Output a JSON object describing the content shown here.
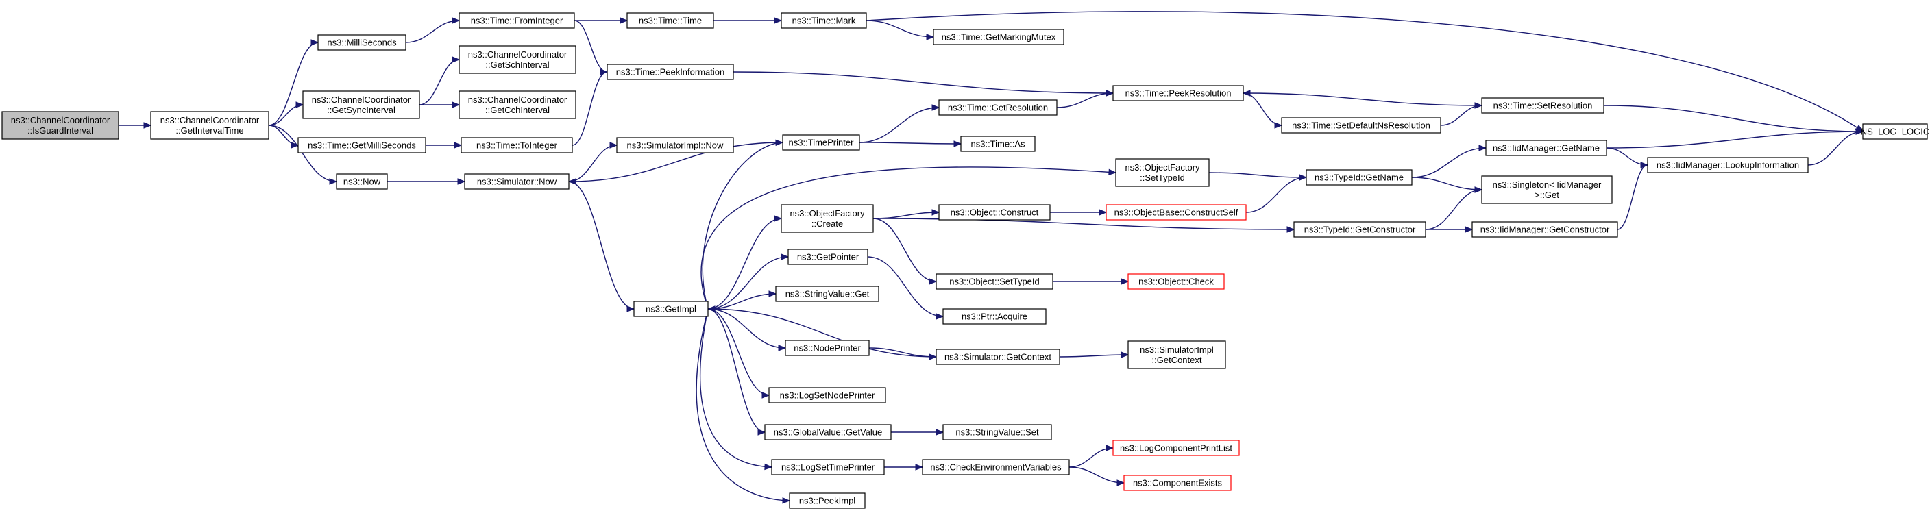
{
  "colors": {
    "edge": "#191970",
    "root_fill": "#bfbfbf",
    "external_border": "#ff0000"
  },
  "nodes": [
    {
      "id": "isguard",
      "lines": [
        "ns3::ChannelCoordinator",
        "::IsGuardInterval"
      ],
      "style": "root"
    },
    {
      "id": "getintervaltime",
      "lines": [
        "ns3::ChannelCoordinator",
        "::GetIntervalTime"
      ]
    },
    {
      "id": "milliseconds",
      "lines": [
        "ns3::MilliSeconds"
      ]
    },
    {
      "id": "getsyncinterval",
      "lines": [
        "ns3::ChannelCoordinator",
        "::GetSyncInterval"
      ]
    },
    {
      "id": "timegetmilli",
      "lines": [
        "ns3::Time::GetMilliSeconds"
      ]
    },
    {
      "id": "now",
      "lines": [
        "ns3::Now"
      ]
    },
    {
      "id": "fromint",
      "lines": [
        "ns3::Time::FromInteger"
      ]
    },
    {
      "id": "getsch",
      "lines": [
        "ns3::ChannelCoordinator",
        "::GetSchInterval"
      ]
    },
    {
      "id": "getcch",
      "lines": [
        "ns3::ChannelCoordinator",
        "::GetCchInterval"
      ]
    },
    {
      "id": "tointeger",
      "lines": [
        "ns3::Time::ToInteger"
      ]
    },
    {
      "id": "simnow",
      "lines": [
        "ns3::Simulator::Now"
      ]
    },
    {
      "id": "timetime",
      "lines": [
        "ns3::Time::Time"
      ]
    },
    {
      "id": "peekinfo",
      "lines": [
        "ns3::Time::PeekInformation"
      ]
    },
    {
      "id": "simimplnow",
      "lines": [
        "ns3::SimulatorImpl::Now"
      ]
    },
    {
      "id": "getimpl",
      "lines": [
        "ns3::GetImpl"
      ]
    },
    {
      "id": "mark",
      "lines": [
        "ns3::Time::Mark"
      ]
    },
    {
      "id": "getmarkingmutex",
      "lines": [
        "ns3::Time::GetMarkingMutex"
      ]
    },
    {
      "id": "timeprinter",
      "lines": [
        "ns3::TimePrinter"
      ]
    },
    {
      "id": "objfactorycreate",
      "lines": [
        "ns3::ObjectFactory",
        "::Create"
      ]
    },
    {
      "id": "getpointer",
      "lines": [
        "ns3::GetPointer"
      ]
    },
    {
      "id": "stringvalueget",
      "lines": [
        "ns3::StringValue::Get"
      ]
    },
    {
      "id": "nodeprinter",
      "lines": [
        "ns3::NodePrinter"
      ]
    },
    {
      "id": "logsetnodeprinter",
      "lines": [
        "ns3::LogSetNodePrinter"
      ]
    },
    {
      "id": "globalvalueget",
      "lines": [
        "ns3::GlobalValue::GetValue"
      ]
    },
    {
      "id": "logsettimeprinter",
      "lines": [
        "ns3::LogSetTimePrinter"
      ]
    },
    {
      "id": "peekimpl",
      "lines": [
        "ns3::PeekImpl"
      ]
    },
    {
      "id": "getresolution",
      "lines": [
        "ns3::Time::GetResolution"
      ]
    },
    {
      "id": "timeas",
      "lines": [
        "ns3::Time::As"
      ]
    },
    {
      "id": "objconstruct",
      "lines": [
        "ns3::Object::Construct"
      ]
    },
    {
      "id": "objsettypeid",
      "lines": [
        "ns3::Object::SetTypeId"
      ]
    },
    {
      "id": "ptracquire",
      "lines": [
        "ns3::Ptr::Acquire"
      ]
    },
    {
      "id": "simgetcontext",
      "lines": [
        "ns3::Simulator::GetContext"
      ]
    },
    {
      "id": "stringvalueset",
      "lines": [
        "ns3::StringValue::Set"
      ]
    },
    {
      "id": "checkenv",
      "lines": [
        "ns3::CheckEnvironmentVariables"
      ]
    },
    {
      "id": "objfactorysettypeid",
      "lines": [
        "ns3::ObjectFactory",
        "::SetTypeId"
      ]
    },
    {
      "id": "objbaseconstructself",
      "lines": [
        "ns3::ObjectBase::ConstructSelf"
      ],
      "style": "red"
    },
    {
      "id": "objcheck",
      "lines": [
        "ns3::Object::Check"
      ],
      "style": "red"
    },
    {
      "id": "simimplgetcontext",
      "lines": [
        "ns3::SimulatorImpl",
        "::GetContext"
      ]
    },
    {
      "id": "logcompprintlist",
      "lines": [
        "ns3::LogComponentPrintList"
      ],
      "style": "red"
    },
    {
      "id": "compexists",
      "lines": [
        "ns3::ComponentExists"
      ],
      "style": "red"
    },
    {
      "id": "peekres",
      "lines": [
        "ns3::Time::PeekResolution"
      ]
    },
    {
      "id": "setdefaultns",
      "lines": [
        "ns3::Time::SetDefaultNsResolution"
      ]
    },
    {
      "id": "typeidgetname",
      "lines": [
        "ns3::TypeId::GetName"
      ]
    },
    {
      "id": "typeidgetctor",
      "lines": [
        "ns3::TypeId::GetConstructor"
      ]
    },
    {
      "id": "setres",
      "lines": [
        "ns3::Time::SetResolution"
      ]
    },
    {
      "id": "iidgetname",
      "lines": [
        "ns3::IidManager::GetName"
      ]
    },
    {
      "id": "singletonget",
      "lines": [
        "ns3::Singleton< IidManager",
        ">::Get"
      ]
    },
    {
      "id": "iidgetctor",
      "lines": [
        "ns3::IidManager::GetConstructor"
      ]
    },
    {
      "id": "iidlookup",
      "lines": [
        "ns3::IidManager::LookupInformation"
      ]
    },
    {
      "id": "nsloglogic",
      "lines": [
        "NS_LOG_LOGIC"
      ]
    }
  ],
  "edges": [
    [
      "isguard",
      "getintervaltime"
    ],
    [
      "getintervaltime",
      "milliseconds"
    ],
    [
      "getintervaltime",
      "getsyncinterval"
    ],
    [
      "getintervaltime",
      "timegetmilli"
    ],
    [
      "getintervaltime",
      "now"
    ],
    [
      "milliseconds",
      "fromint"
    ],
    [
      "getsyncinterval",
      "getsch"
    ],
    [
      "getsyncinterval",
      "getcch"
    ],
    [
      "timegetmilli",
      "tointeger"
    ],
    [
      "now",
      "simnow"
    ],
    [
      "fromint",
      "timetime"
    ],
    [
      "fromint",
      "peekinfo"
    ],
    [
      "tointeger",
      "peekinfo"
    ],
    [
      "timetime",
      "mark"
    ],
    [
      "mark",
      "getmarkingmutex"
    ],
    [
      "mark",
      "nsloglogic"
    ],
    [
      "peekinfo",
      "peekres"
    ],
    [
      "simnow",
      "simimplnow"
    ],
    [
      "simnow",
      "getimpl"
    ],
    [
      "timeprinter",
      "simnow"
    ],
    [
      "timeprinter",
      "getresolution"
    ],
    [
      "timeprinter",
      "timeas"
    ],
    [
      "getresolution",
      "peekres"
    ],
    [
      "peekres",
      "setdefaultns"
    ],
    [
      "setdefaultns",
      "setres"
    ],
    [
      "setres",
      "peekres"
    ],
    [
      "setres",
      "nsloglogic"
    ],
    [
      "getimpl",
      "timeprinter"
    ],
    [
      "getimpl",
      "objfactorysettypeid"
    ],
    [
      "getimpl",
      "objfactorycreate"
    ],
    [
      "getimpl",
      "getpointer"
    ],
    [
      "getimpl",
      "stringvalueget"
    ],
    [
      "getimpl",
      "nodeprinter"
    ],
    [
      "getimpl",
      "logsetnodeprinter"
    ],
    [
      "getimpl",
      "globalvalueget"
    ],
    [
      "getimpl",
      "logsettimeprinter"
    ],
    [
      "getimpl",
      "peekimpl"
    ],
    [
      "simgetcontext",
      "getimpl"
    ],
    [
      "objfactorysettypeid",
      "typeidgetname"
    ],
    [
      "objfactorycreate",
      "objconstruct"
    ],
    [
      "objfactorycreate",
      "objsettypeid"
    ],
    [
      "objfactorycreate",
      "typeidgetctor"
    ],
    [
      "objconstruct",
      "objbaseconstructself"
    ],
    [
      "objbaseconstructself",
      "typeidgetname"
    ],
    [
      "objsettypeid",
      "objcheck"
    ],
    [
      "getpointer",
      "ptracquire"
    ],
    [
      "nodeprinter",
      "simgetcontext"
    ],
    [
      "simgetcontext",
      "simimplgetcontext"
    ],
    [
      "globalvalueget",
      "stringvalueset"
    ],
    [
      "logsettimeprinter",
      "checkenv"
    ],
    [
      "checkenv",
      "logcompprintlist"
    ],
    [
      "checkenv",
      "compexists"
    ],
    [
      "typeidgetname",
      "iidgetname"
    ],
    [
      "typeidgetname",
      "singletonget"
    ],
    [
      "typeidgetctor",
      "singletonget"
    ],
    [
      "typeidgetctor",
      "iidgetctor"
    ],
    [
      "iidgetname",
      "iidlookup"
    ],
    [
      "iidgetname",
      "nsloglogic"
    ],
    [
      "iidgetctor",
      "iidlookup"
    ],
    [
      "iidlookup",
      "nsloglogic"
    ]
  ]
}
